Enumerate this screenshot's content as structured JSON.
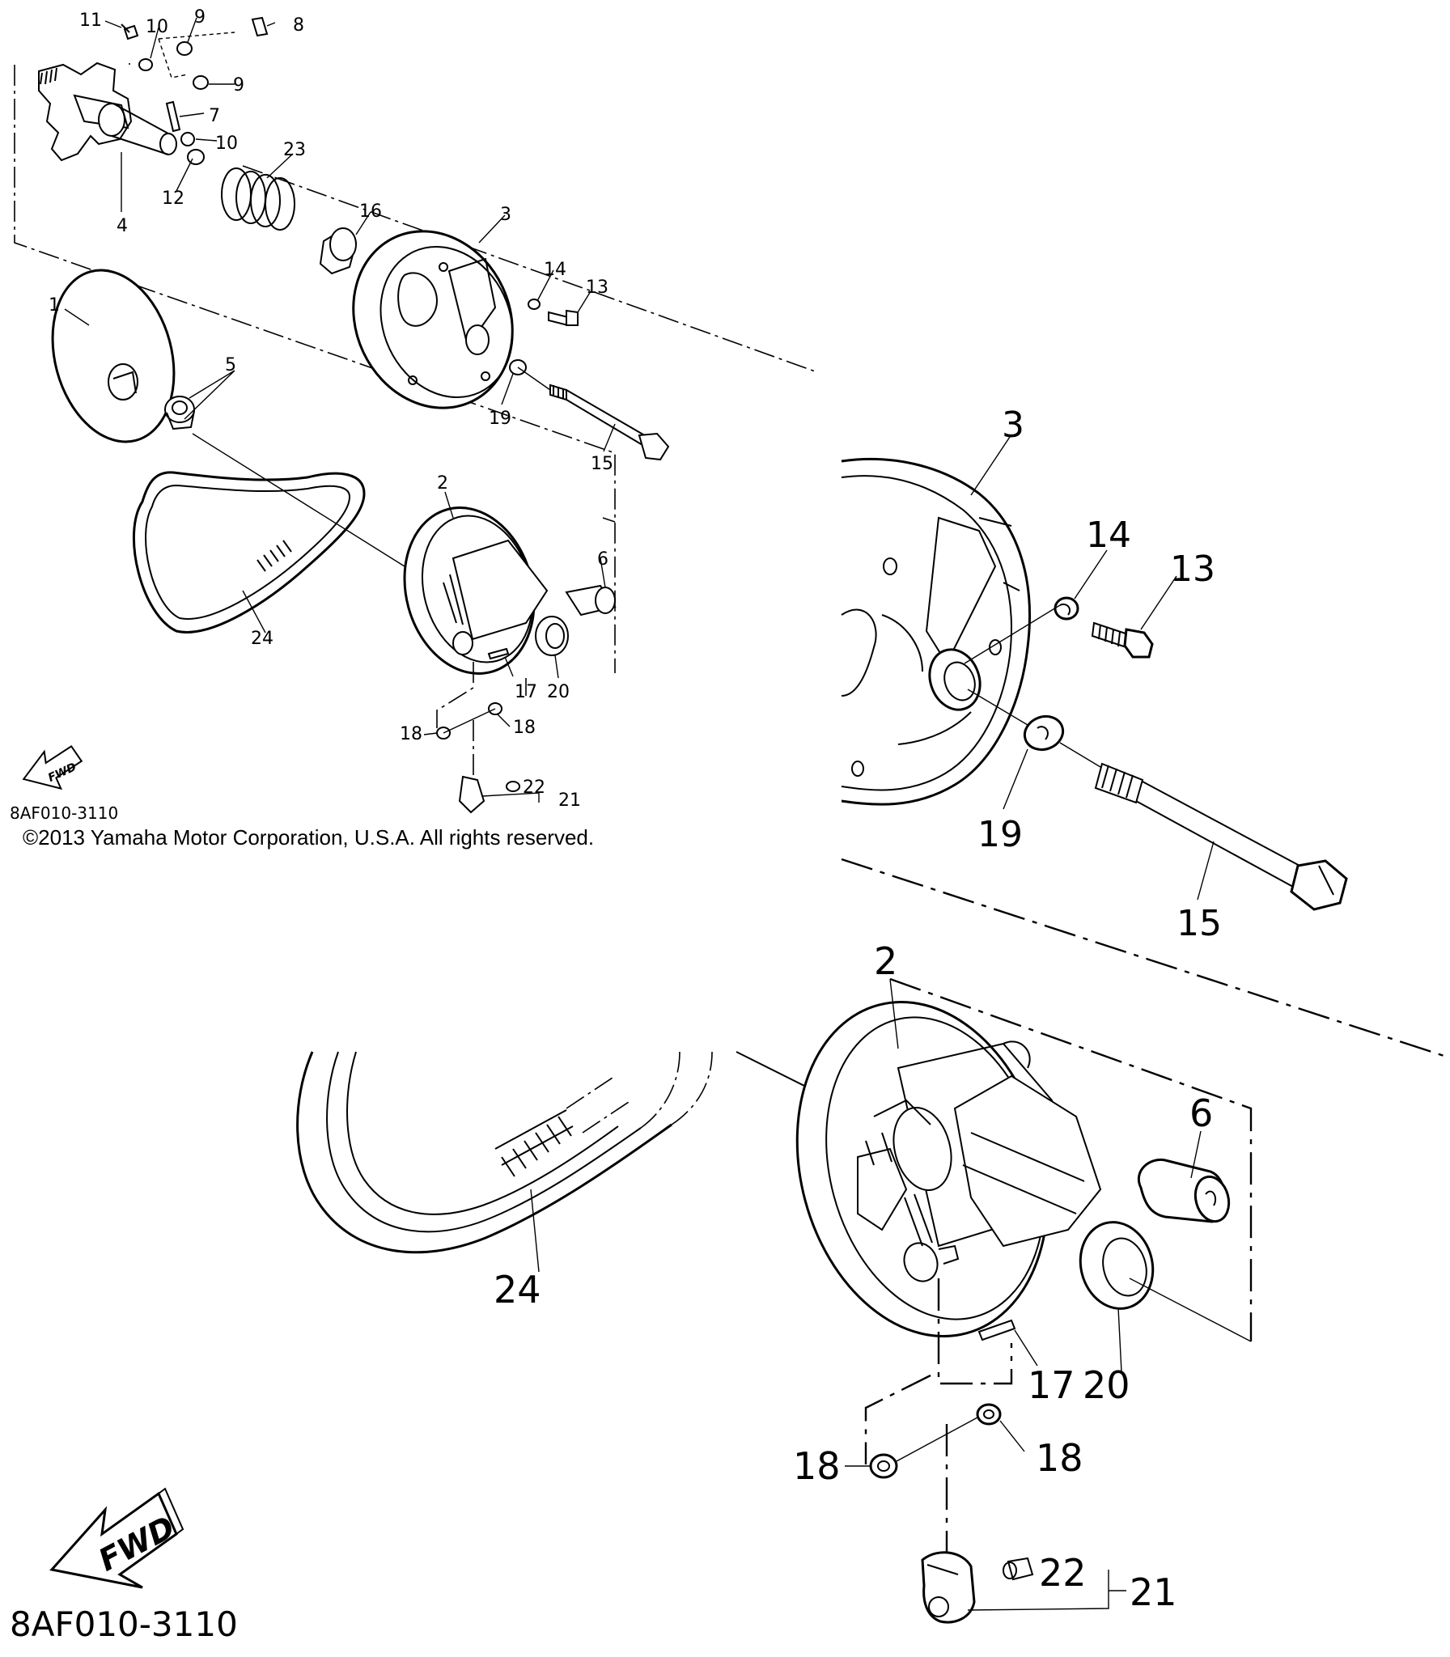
{
  "diagram": {
    "overview": {
      "labels": {
        "p1": "1",
        "p2": "2",
        "p3": "3",
        "p4": "4",
        "p5": "5",
        "p6": "6",
        "p7": "7",
        "p8": "8",
        "p9a": "9",
        "p9b": "9",
        "p10a": "10",
        "p10b": "10",
        "p11": "11",
        "p12": "12",
        "p13": "13",
        "p14": "14",
        "p15": "15",
        "p16": "16",
        "p17": "17",
        "p18a": "18",
        "p18b": "18",
        "p19": "19",
        "p20": "20",
        "p21": "21",
        "p22": "22",
        "p23": "23",
        "p24": "24"
      },
      "fwd": "FWD",
      "code": "8AF010-3110"
    },
    "copyright": "©2013 Yamaha Motor Corporation, U.S.A. All rights reserved.",
    "detail_top": {
      "labels": {
        "p3": "3",
        "p14": "14",
        "p13": "13",
        "p19": "19",
        "p15": "15"
      }
    },
    "detail_bottom": {
      "labels": {
        "p2": "2",
        "p6": "6",
        "p24": "24",
        "p17": "17",
        "p20": "20",
        "p18a": "18",
        "p18b": "18",
        "p22": "22",
        "p21": "21"
      },
      "fwd": "FWD",
      "code": "8AF010-3110"
    }
  }
}
